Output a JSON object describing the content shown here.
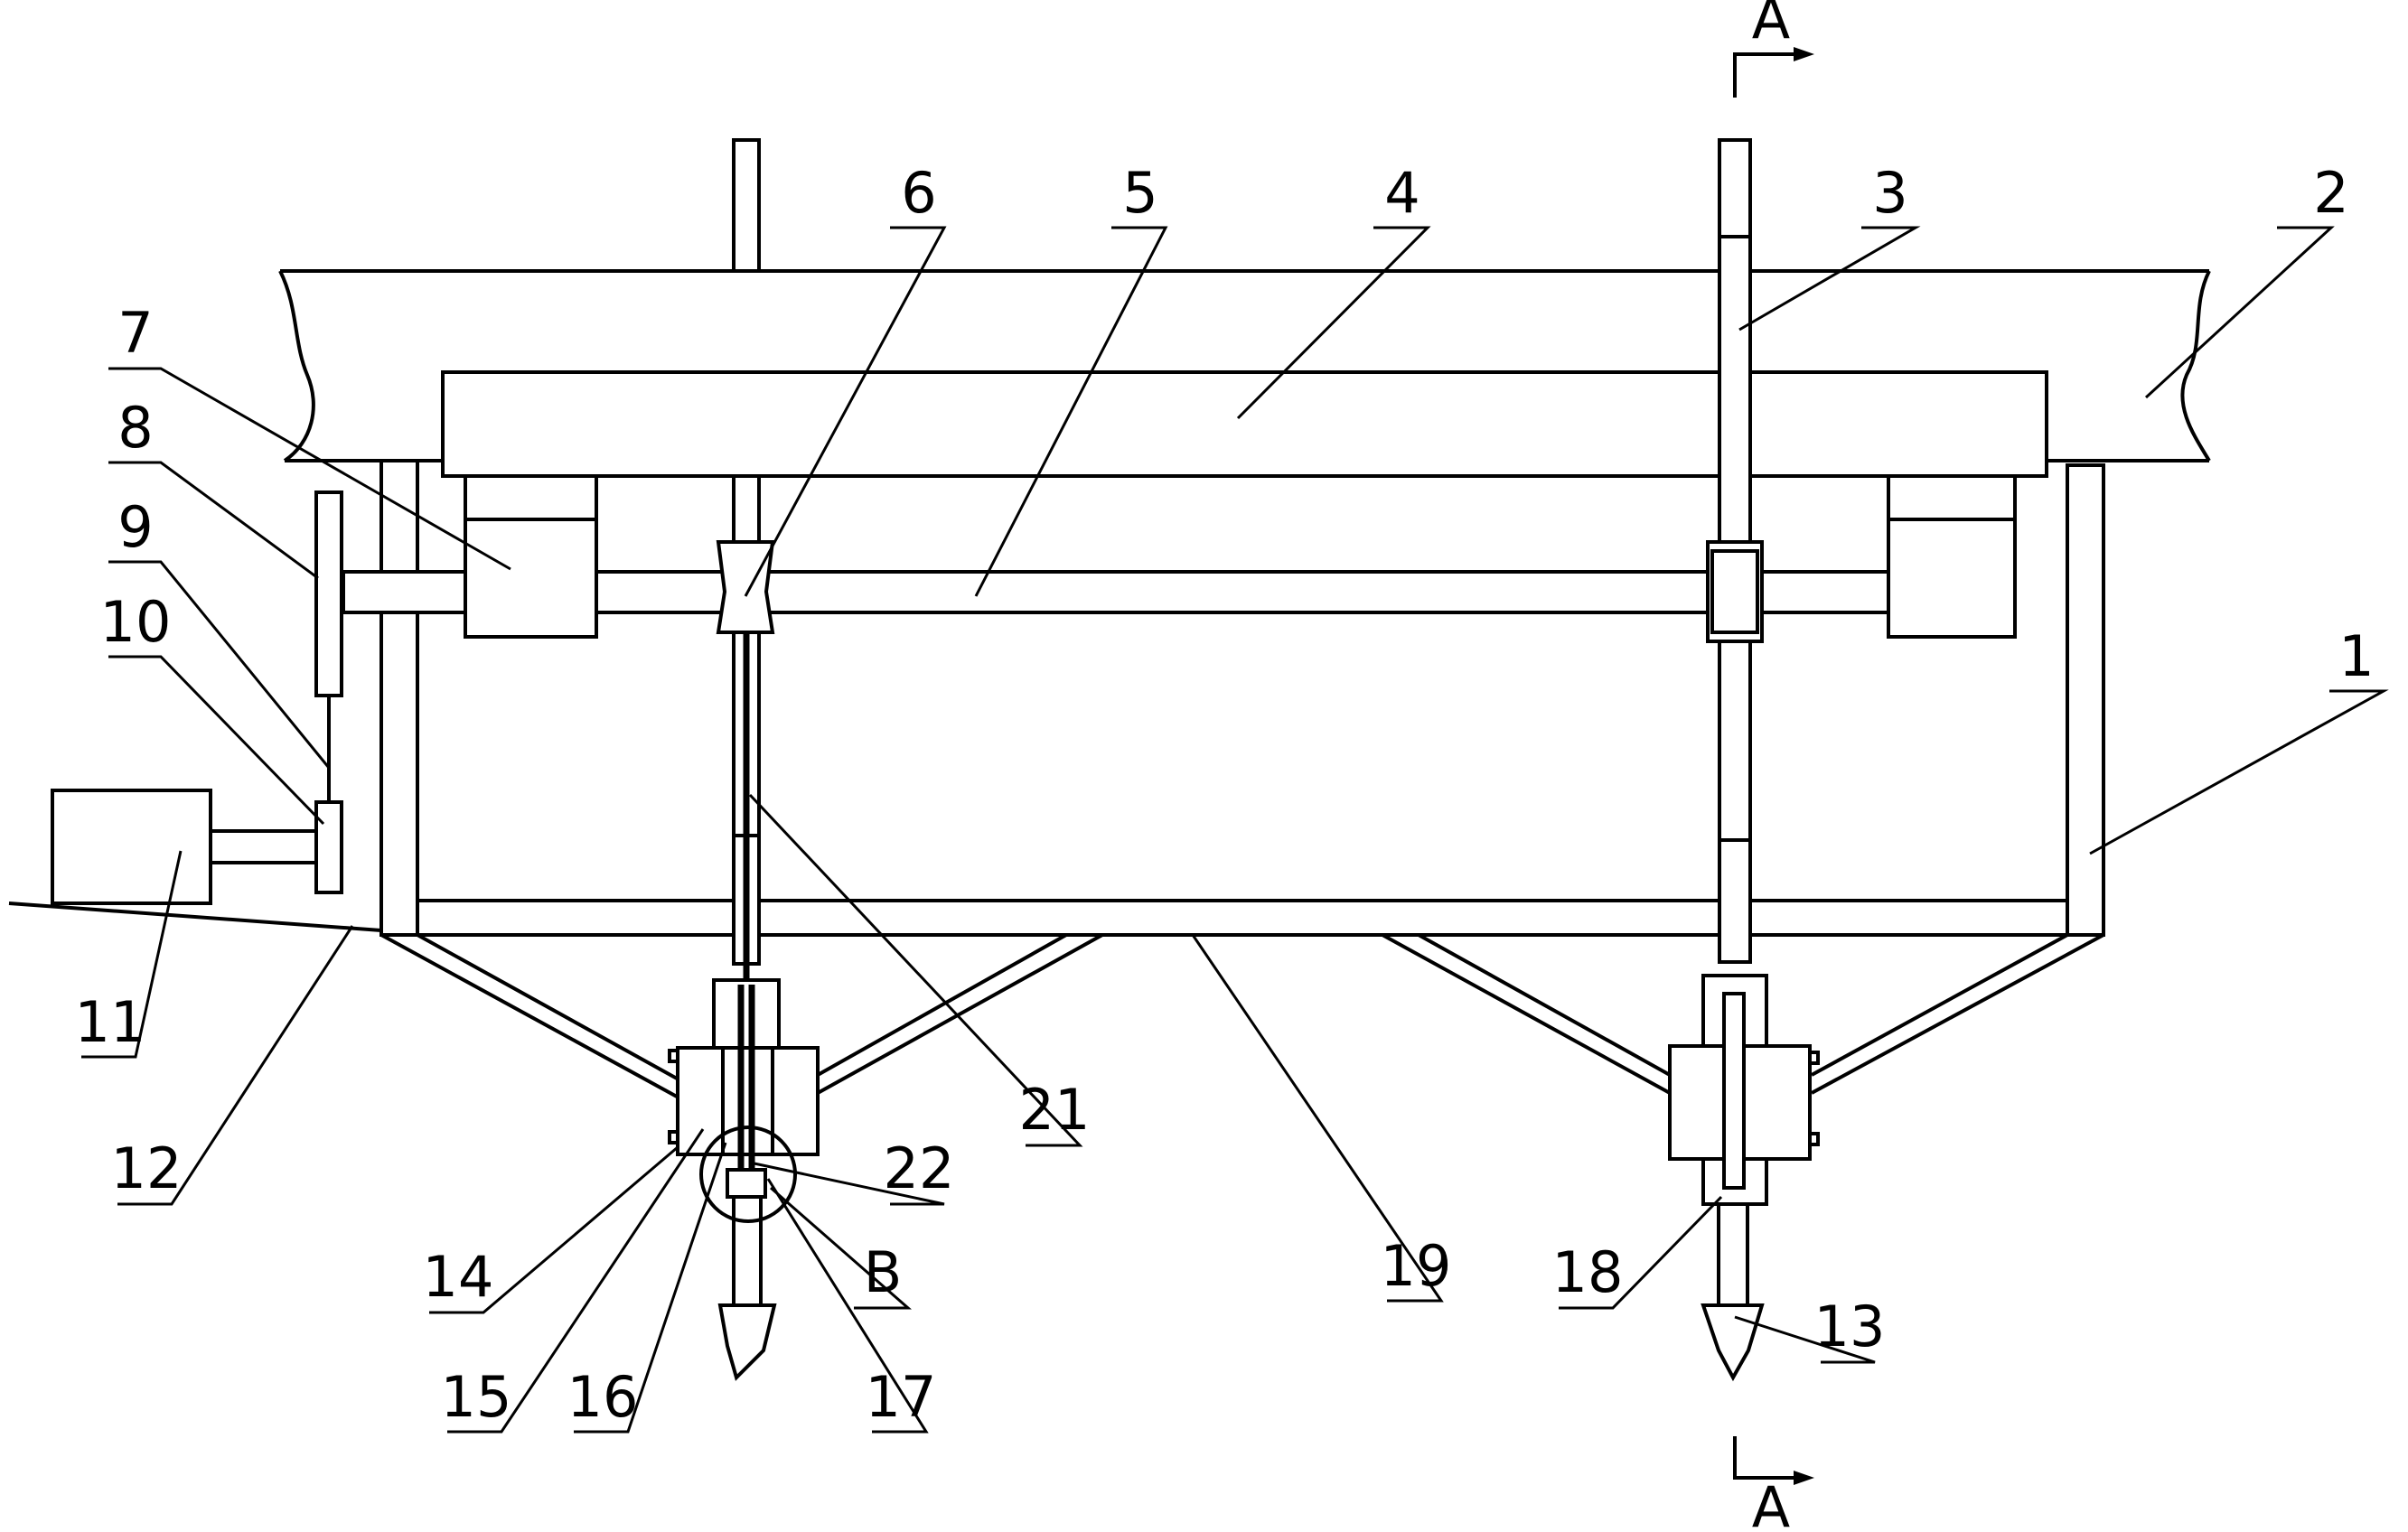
{
  "diagram": {
    "labels": {
      "n1": "1",
      "n2": "2",
      "n3": "3",
      "n4": "4",
      "n5": "5",
      "n6": "6",
      "n7": "7",
      "n8": "8",
      "n9": "9",
      "n10": "10",
      "n11": "11",
      "n12": "12",
      "n13": "13",
      "n14": "14",
      "n15": "15",
      "n16": "16",
      "n17": "17",
      "n18": "18",
      "n19": "19",
      "n21": "21",
      "n22": "22",
      "detail": "B"
    },
    "section_mark": {
      "top": "A",
      "bottom": "A"
    }
  }
}
